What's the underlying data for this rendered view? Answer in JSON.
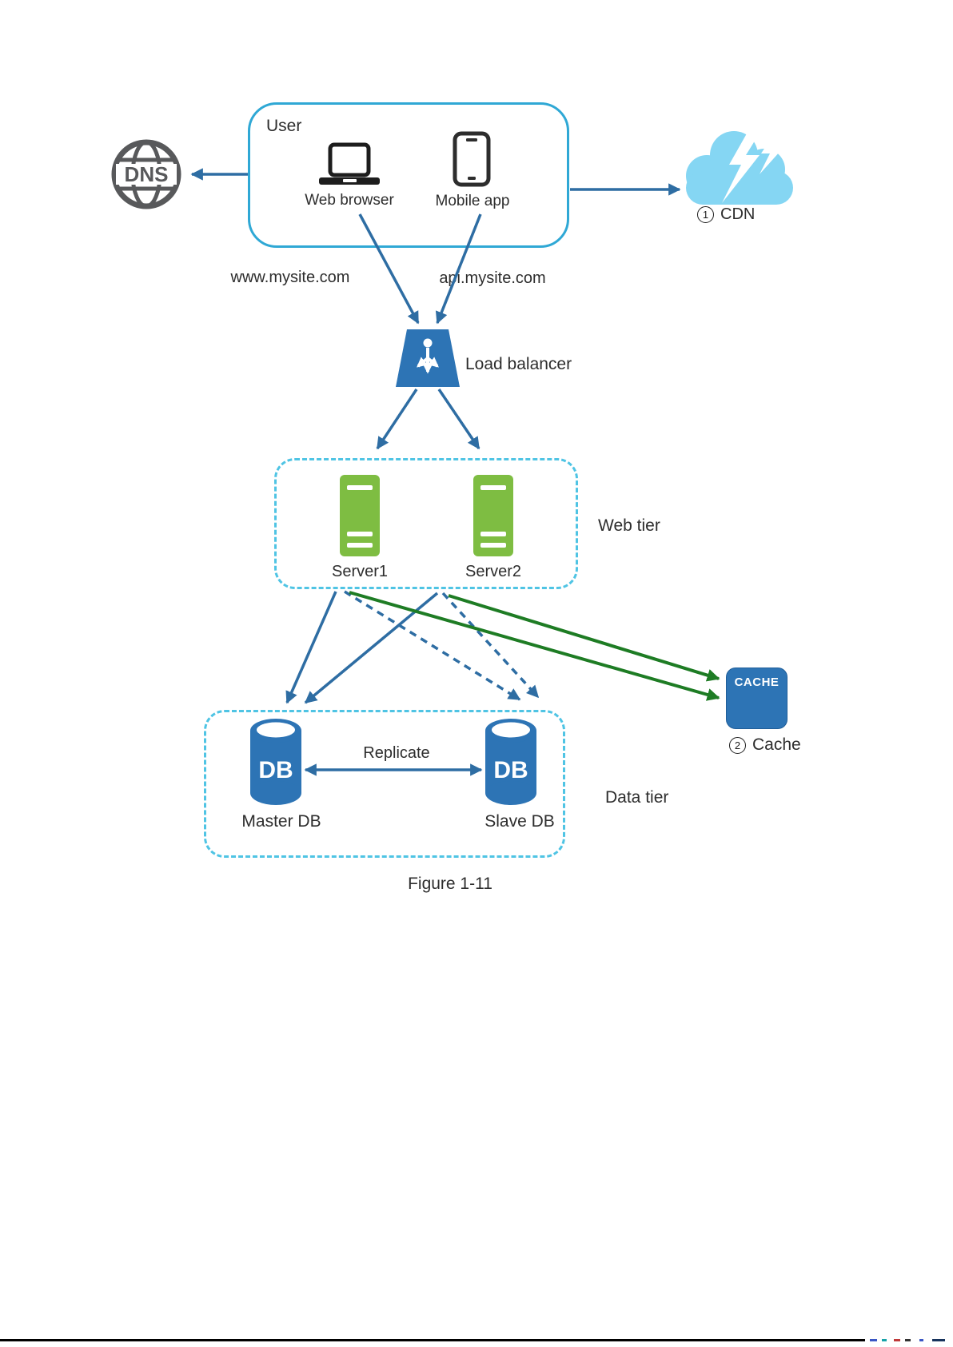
{
  "figure": {
    "caption": "Figure 1-11"
  },
  "nodes": {
    "dns": {
      "label": "DNS"
    },
    "user_box": {
      "title": "User",
      "devices": [
        {
          "label": "Web browser"
        },
        {
          "label": "Mobile app"
        }
      ]
    },
    "cdn": {
      "badge": "1",
      "label": "CDN"
    },
    "domains": {
      "web": "www.mysite.com",
      "api": "api.mysite.com"
    },
    "load_balancer": {
      "label": "Load balancer"
    },
    "web_tier": {
      "label": "Web tier",
      "servers": [
        {
          "label": "Server1"
        },
        {
          "label": "Server2"
        }
      ]
    },
    "cache": {
      "icon_text": "CACHE",
      "badge": "2",
      "label": "Cache"
    },
    "data_tier": {
      "label": "Data tier",
      "replication_label": "Replicate",
      "databases": [
        {
          "icon_text": "DB",
          "label": "Master DB"
        },
        {
          "icon_text": "DB",
          "label": "Slave DB"
        }
      ]
    }
  },
  "colors": {
    "arrow_blue": "#2e6da3",
    "shape_blue": "#2d74b5",
    "server_green": "#7ebd42",
    "green_arrow": "#1e7c24",
    "cloud_blue": "#85d6f3",
    "tier_dashed_border": "#4fc4e4",
    "user_box_border": "#2fa8d5",
    "text": "#2d2d2d"
  }
}
